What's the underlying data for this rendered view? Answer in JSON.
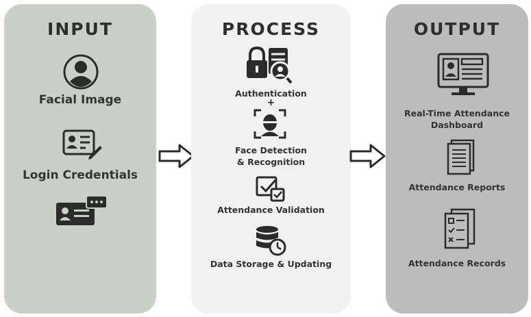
{
  "input": {
    "title": "INPUT",
    "items": [
      {
        "label": "Facial Image",
        "icon": "user-avatar-icon"
      },
      {
        "label": "Login Credentials",
        "icon": "id-card-pen-icon"
      },
      {
        "label": "",
        "icon": "id-card-chat-icon"
      }
    ]
  },
  "process": {
    "title": "PROCESS",
    "items": [
      {
        "label": "Authentication",
        "icon": "lock-document-icon"
      },
      {
        "label": "Face Detection",
        "label2": "& Recognition",
        "icon": "face-scan-icon"
      },
      {
        "label": "Attendance Validation",
        "icon": "checkbox-icon"
      },
      {
        "label": "Data Storage & Updating",
        "icon": "database-icon"
      }
    ],
    "plus": "+"
  },
  "output": {
    "title": "OUTPUT",
    "items": [
      {
        "label": "Real-Time Attendance",
        "label2": "Dashboard",
        "icon": "monitor-dashboard-icon"
      },
      {
        "label": "Attendance Reports",
        "icon": "report-document-icon"
      },
      {
        "label": "Attendance Records",
        "icon": "checklist-records-icon"
      }
    ]
  },
  "colors": {
    "input_bg": "#c9d0c8",
    "process_bg": "#f1f1f1",
    "output_bg": "#bcbcbc",
    "icon": "#2b2b2b"
  }
}
